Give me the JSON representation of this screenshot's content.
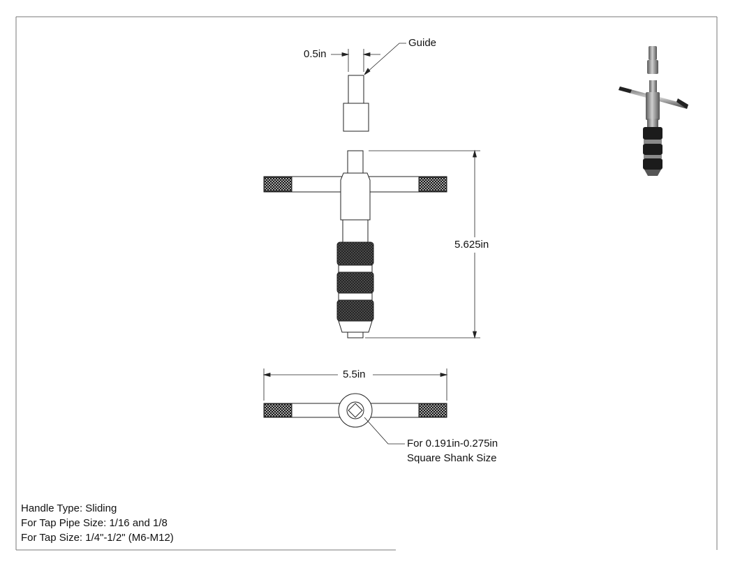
{
  "drawing": {
    "guide_label": "Guide",
    "guide_width": "0.5in",
    "overall_height": "5.625in",
    "handle_length": "5.5in",
    "shank_note_line1": "For 0.191in-0.275in",
    "shank_note_line2": "Square Shank Size"
  },
  "notes": {
    "handle_type": "Handle Type: Sliding",
    "pipe_size": "For Tap Pipe Size: 1/16 and 1/8",
    "tap_size": "For Tap Size: 1/4\"-1/2\" (M6-M12)"
  },
  "colors": {
    "line": "#222222",
    "knurl": "#1a1a1a",
    "metal_gray": "#9a9a9a"
  }
}
